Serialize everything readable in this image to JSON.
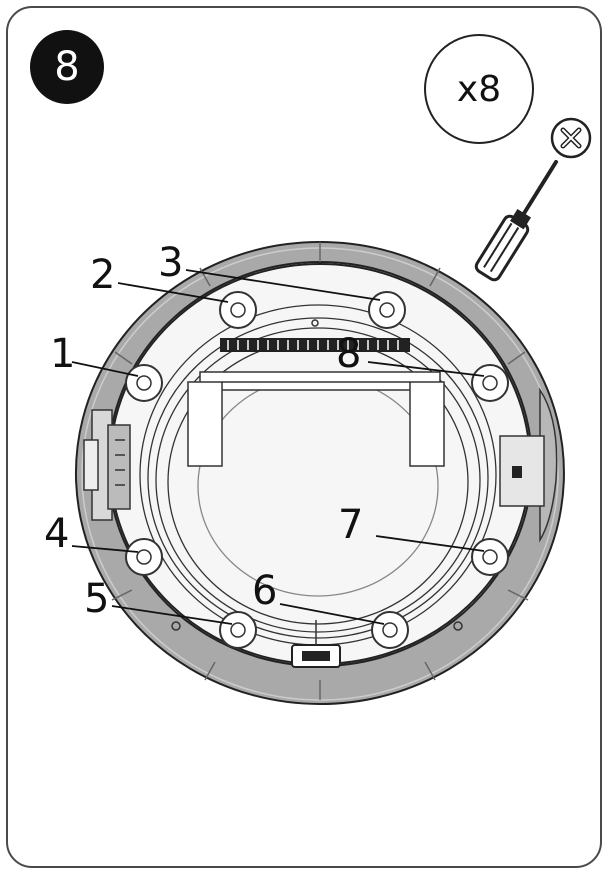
{
  "step": {
    "number": "8"
  },
  "quantity": {
    "label": "x8"
  },
  "callouts": [
    {
      "label": "1"
    },
    {
      "label": "2"
    },
    {
      "label": "3"
    },
    {
      "label": "4"
    },
    {
      "label": "5"
    },
    {
      "label": "6"
    },
    {
      "label": "7"
    },
    {
      "label": "8"
    }
  ],
  "tools": {
    "screwdriver": "phillips-screwdriver-icon",
    "screw": "phillips-screw-icon"
  }
}
